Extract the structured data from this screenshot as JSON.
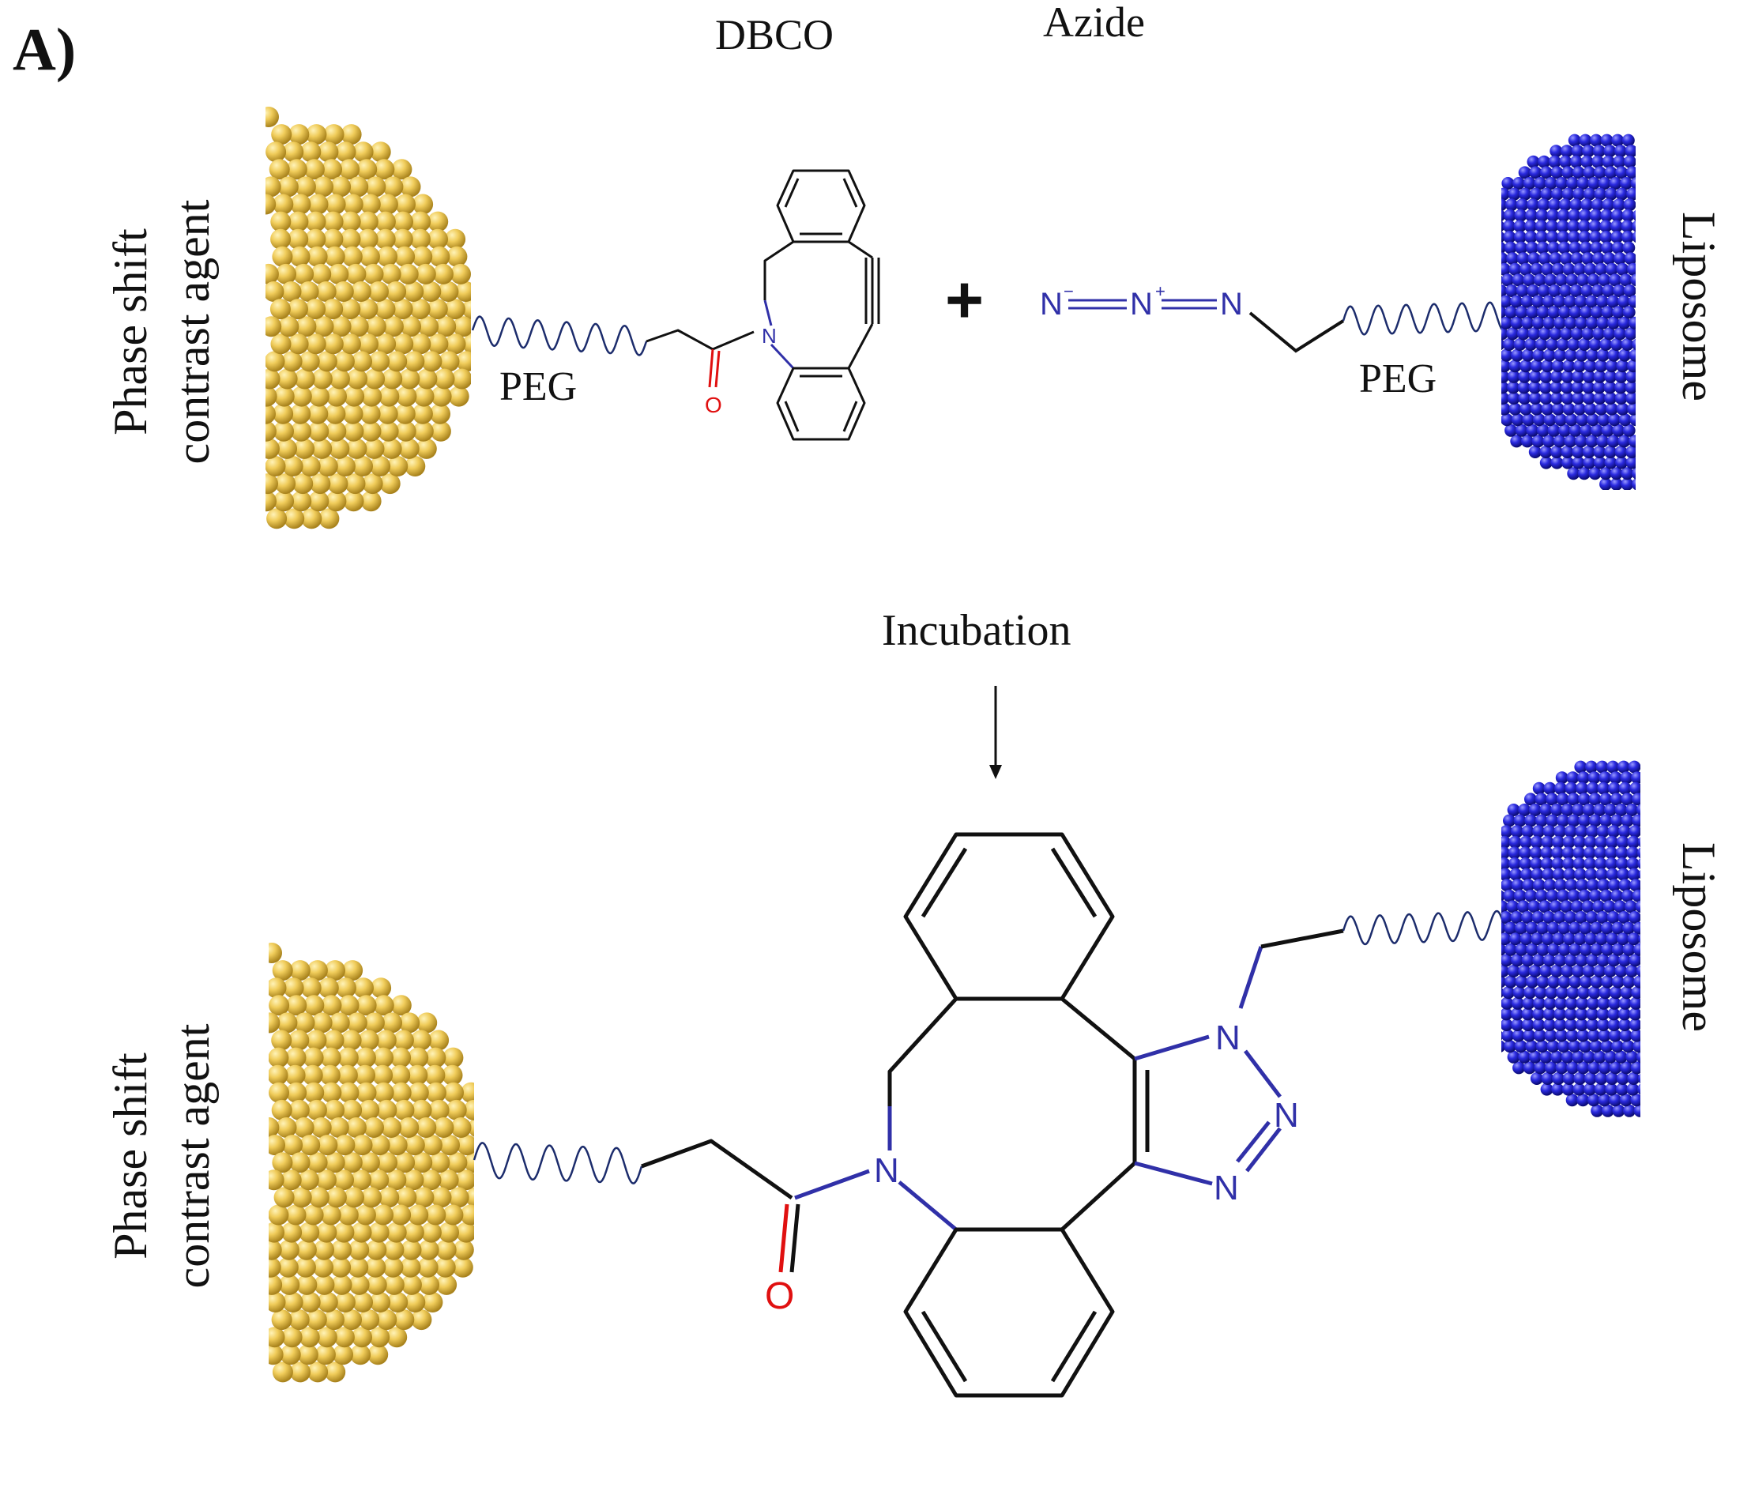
{
  "panel_label": "A)",
  "top": {
    "reagent_left_label": "DBCO",
    "reagent_right_label": "Azide",
    "left_particle_label_line1": "Phase shift",
    "left_particle_label_line2": "contrast agent",
    "right_particle_label": "Liposome",
    "linker_left_label": "PEG",
    "linker_right_label": "PEG",
    "plus_sign": "+",
    "azide_formula": {
      "n1": "N",
      "charge1": "−",
      "n2": "N",
      "charge2": "+",
      "n3": "N"
    },
    "dbco_atoms": {
      "nitrogen": "N",
      "oxygen": "O"
    }
  },
  "step_label": "Incubation",
  "bottom": {
    "left_particle_label_line1": "Phase shift",
    "left_particle_label_line2": "contrast agent",
    "right_particle_label": "Liposome",
    "product_atoms": {
      "amide_nitrogen": "N",
      "oxygen": "O",
      "triazole_n1": "N",
      "triazole_n2": "N",
      "triazole_n3": "N"
    }
  },
  "colors": {
    "gold_particle": "#e8c04a",
    "gold_highlight": "#fbe58a",
    "blue_particle": "#2a2ad0",
    "blue_highlight": "#6a6aff",
    "nitrogen": "#3030a8",
    "oxygen": "#e01010",
    "bond": "#111111",
    "peg": "#1c2c6c"
  }
}
